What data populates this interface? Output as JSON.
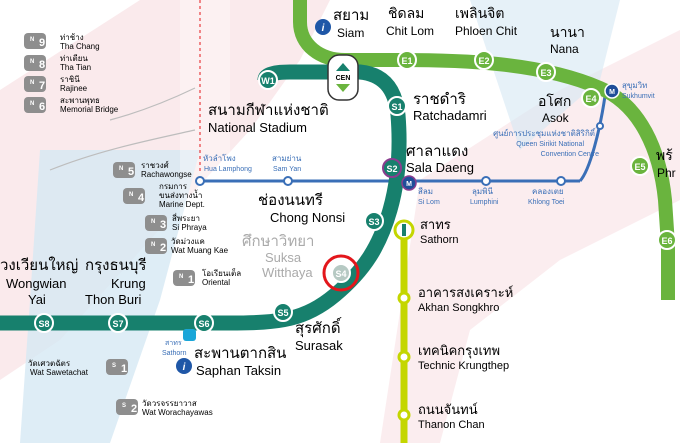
{
  "colors": {
    "sukhumvit_line": "#6ab43e",
    "silom_line": "#17806d",
    "gold_line": "#c4d600",
    "mrt_blue": "#3a6fb7",
    "pier_grey": "#8e8e8e",
    "bg_pink": "#f6d8dc",
    "bg_blue": "#d6e8f4",
    "highlight_ring": "#e3161b"
  },
  "cen": {
    "code": "CEN"
  },
  "stations": {
    "siam": {
      "code": "i",
      "th": "สยาม",
      "en": "Siam"
    },
    "e1": {
      "code": "E1",
      "th": "ชิดลม",
      "en": "Chit Lom"
    },
    "e2": {
      "code": "E2",
      "th": "เพลินจิต",
      "en": "Phloen Chit"
    },
    "e3": {
      "code": "E3",
      "th": "นานา",
      "en": "Nana"
    },
    "e4": {
      "code": "E4",
      "th": "อโศก",
      "en": "Asok",
      "mrt_th": "สุขุมวิท",
      "mrt_en": "Sukhumvit"
    },
    "e5": {
      "code": "E5",
      "th": "พร้",
      "en": "Phr"
    },
    "e6": {
      "code": "E6"
    },
    "w1": {
      "code": "W1",
      "th": "สนามกีฬาแห่งชาติ",
      "en": "National Stadium"
    },
    "s1": {
      "code": "S1",
      "th": "ราชดำริ",
      "en": "Ratchadamri"
    },
    "s2": {
      "code": "S2",
      "th": "ศาลาแดง",
      "en": "Sala Daeng"
    },
    "s3": {
      "code": "S3",
      "th": "ช่องนนทรี",
      "en": "Chong Nonsi"
    },
    "s4": {
      "code": "S4",
      "th": "ศึกษาวิทยา",
      "en_line1": "Suksa",
      "en_line2": "Witthaya"
    },
    "s5": {
      "code": "S5",
      "th": "สุรศักดิ์",
      "en": "Surasak"
    },
    "s6": {
      "code": "S6",
      "th": "สะพานตากสิน",
      "en": "Saphan Taksin",
      "pier_th": "สาทร",
      "pier_en": "Sathorn"
    },
    "s7": {
      "code": "S7",
      "th": "กรุงธนบุรี",
      "en_line1": "Krung",
      "en_line2": "Thon Buri"
    },
    "s8": {
      "code": "S8",
      "th": "วงเวียนใหญ่",
      "en_line1": "Wongwian",
      "en_line2": "Yai"
    }
  },
  "mrt_stops": [
    {
      "th": "หัวลำโพง",
      "en": "Hua Lamphong"
    },
    {
      "th": "สามย่าน",
      "en": "Sam Yan"
    },
    {
      "th": "สีลม",
      "en": "Si Lom"
    },
    {
      "th": "ลุมพินี",
      "en": "Lumphini"
    },
    {
      "th": "คลองเตย",
      "en": "Khlong Toei"
    }
  ],
  "landmark": {
    "th": "ศูนย์การประชุมแห่งชาติสิริกิติ์",
    "en1": "Queen Sirikit National",
    "en2": "Convention Centre"
  },
  "gold_stops": [
    {
      "th": "สาทร",
      "en": "Sathorn"
    },
    {
      "th": "อาคารสงเคราะห์",
      "en": "Akhan Songkhro"
    },
    {
      "th": "เทคนิคกรุงเทพ",
      "en": "Technic Krungthep"
    },
    {
      "th": "ถนนจันทน์",
      "en": "Thanon Chan"
    }
  ],
  "piers": [
    {
      "prefix": "N",
      "num": "9",
      "th": "ท่าช้าง",
      "en": "Tha Chang"
    },
    {
      "prefix": "N",
      "num": "8",
      "th": "ท่าเตียน",
      "en": "Tha Tian"
    },
    {
      "prefix": "N",
      "num": "7",
      "th": "ราชินี",
      "en": "Rajinee"
    },
    {
      "prefix": "N",
      "num": "6",
      "th": "สะพานพุทธ",
      "en": "Memorial Bridge"
    },
    {
      "prefix": "N",
      "num": "5",
      "th": "ราชวงศ์",
      "en": "Rachawongse"
    },
    {
      "prefix": "N",
      "num": "4",
      "th1": "กรมการ",
      "th2": "ขนส่งทางน้ำ",
      "en": "Marine Dept."
    },
    {
      "prefix": "N",
      "num": "3",
      "th": "สี่พระยา",
      "en": "Si Phraya"
    },
    {
      "prefix": "N",
      "num": "2",
      "th": "วัดม่วงแค",
      "en": "Wat Muang Kae"
    },
    {
      "prefix": "N",
      "num": "1",
      "th": "โอเรียนเต็ล",
      "en": "Oriental"
    },
    {
      "prefix": "S",
      "num": "1",
      "th": "วัดเศวตฉัตร",
      "en": "Wat Sawetachat"
    },
    {
      "prefix": "S",
      "num": "2",
      "th": "วัดวรจรรยาวาส",
      "en": "Wat Worachayawas"
    }
  ]
}
